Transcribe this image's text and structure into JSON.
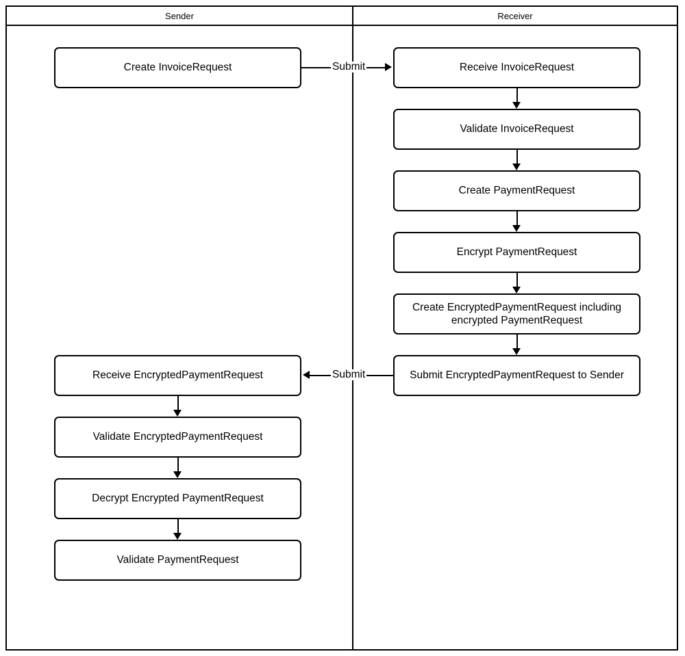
{
  "diagram": {
    "type": "swimlane-flowchart",
    "lanes": [
      {
        "id": "sender",
        "title": "Sender"
      },
      {
        "id": "receiver",
        "title": "Receiver"
      }
    ],
    "nodes": {
      "sender": [
        {
          "id": "s1",
          "label": "Create InvoiceRequest"
        },
        {
          "id": "s2",
          "label": "Receive EncryptedPaymentRequest"
        },
        {
          "id": "s3",
          "label": "Validate EncryptedPaymentRequest"
        },
        {
          "id": "s4",
          "label": "Decrypt Encrypted PaymentRequest"
        },
        {
          "id": "s5",
          "label": "Validate PaymentRequest"
        }
      ],
      "receiver": [
        {
          "id": "r1",
          "label": "Receive InvoiceRequest"
        },
        {
          "id": "r2",
          "label": "Validate InvoiceRequest"
        },
        {
          "id": "r3",
          "label": "Create PaymentRequest"
        },
        {
          "id": "r4",
          "label": "Encrypt PaymentRequest"
        },
        {
          "id": "r5",
          "label": "Create EncryptedPaymentRequest including encrypted PaymentRequest"
        },
        {
          "id": "r6",
          "label": "Submit EncryptedPaymentRequest to Sender"
        }
      ]
    },
    "edge_labels": {
      "submit_to_receiver": "Submit",
      "submit_to_sender": "Submit"
    },
    "colors": {
      "stroke": "#000000",
      "fill": "#ffffff",
      "text": "#000000"
    }
  }
}
